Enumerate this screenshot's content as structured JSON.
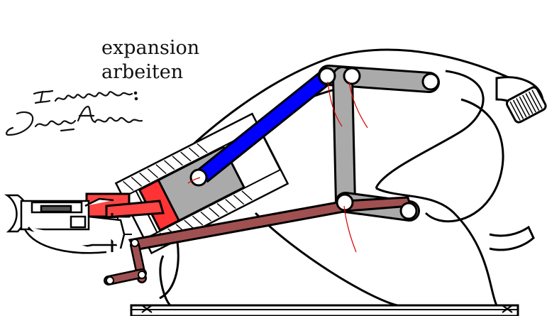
{
  "caption": {
    "line1": "expansion",
    "line2": "arbeiten"
  },
  "signature": {
    "heading": "Inventor:",
    "name": "James Atkinson"
  },
  "colors": {
    "connecting_rod": "#0000ff",
    "piston": "#aaaaaa",
    "piston_crown": "#ff3333",
    "links": "#aaaaaa",
    "push_rod": "#a05050",
    "valve": "#ff4444",
    "outline": "#000000",
    "background": "#ffffff"
  },
  "diagram": {
    "subject": "atkinson-cycle-engine-expansion-stroke"
  }
}
